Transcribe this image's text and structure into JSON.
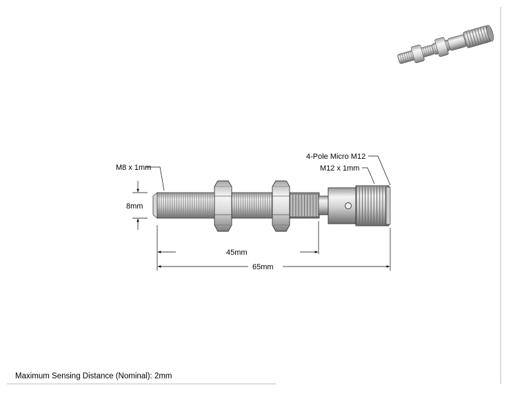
{
  "labels": {
    "connector": "4-Pole Micro M12",
    "body_thread": "M12 x 1mm",
    "tip_thread": "M8 x 1mm",
    "tip_diameter": "8mm",
    "thread_length": "45mm",
    "overall_length": "65mm"
  },
  "footer": {
    "sensing_distance": "Maximum Sensing Distance (Nominal): 2mm"
  },
  "colors": {
    "line": "#000000",
    "metal_light": "#f2f2f2",
    "metal_mid": "#bdbdbd",
    "metal_dark": "#5a5a5a",
    "thread_shadow": "#8a8a8a"
  }
}
